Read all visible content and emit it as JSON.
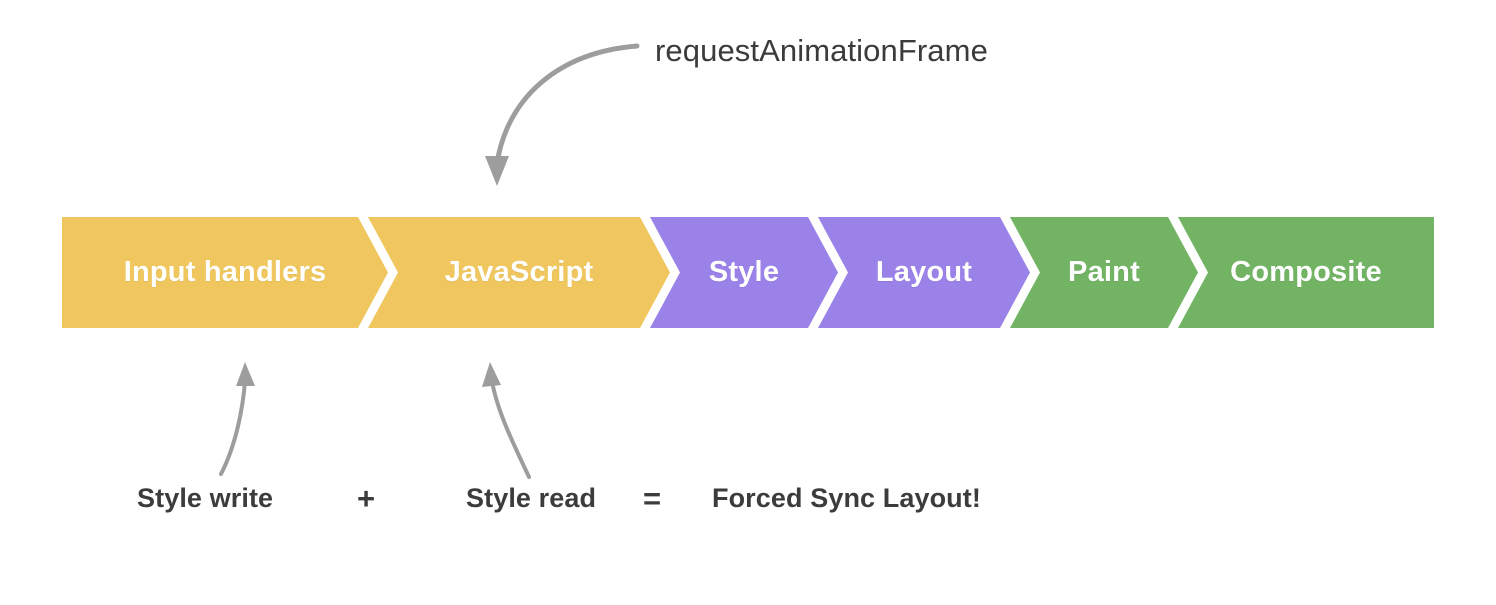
{
  "diagram": {
    "title_annotation": "requestAnimationFrame",
    "pipeline": {
      "segments": [
        {
          "label": "Input handlers",
          "color": "#F0C75E",
          "group": "yellow"
        },
        {
          "label": "JavaScript",
          "color": "#F0C75E",
          "group": "yellow"
        },
        {
          "label": "Style",
          "color": "#9B82E8",
          "group": "purple"
        },
        {
          "label": "Layout",
          "color": "#9B82E8",
          "group": "purple"
        },
        {
          "label": "Paint",
          "color": "#72B464",
          "group": "green"
        },
        {
          "label": "Composite",
          "color": "#72B464",
          "group": "green"
        }
      ]
    },
    "formula": {
      "term_one": "Style write",
      "operator_plus": "+",
      "term_two": "Style read",
      "operator_equals": "=",
      "result": "Forced Sync Layout!"
    },
    "colors": {
      "yellow": "#F0C75E",
      "purple": "#9B82E8",
      "green": "#72B464",
      "arrow": "#9a9a9a",
      "text_dark": "#3c3c3c",
      "label_text": "#ffffff",
      "background": "#ffffff"
    }
  }
}
